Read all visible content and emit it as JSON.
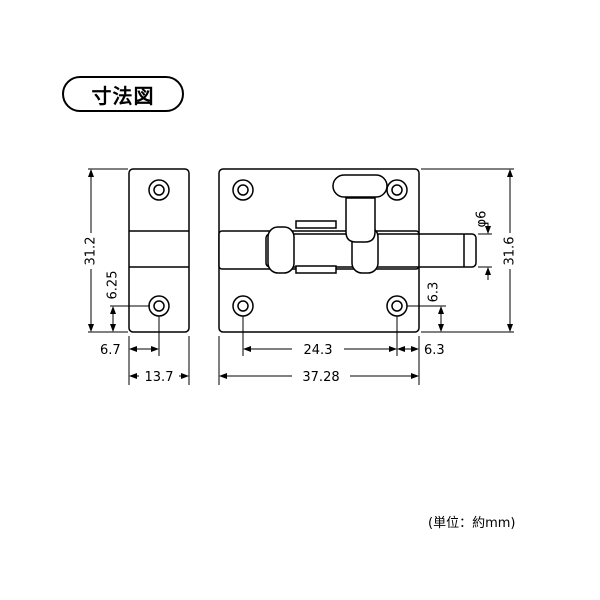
{
  "title": "寸法図",
  "unit_note": "(単位：約mm)",
  "dimensions": {
    "side_height": "31.2",
    "side_hole_height": "6.25",
    "side_hole_offset": "6.7",
    "side_width": "13.7",
    "bolt_diameter": "φ6",
    "front_height": "31.6",
    "front_hole_height": "6.3",
    "hole_spacing": "24.3",
    "front_hole_offset": "6.3",
    "overall_width": "37.28"
  }
}
